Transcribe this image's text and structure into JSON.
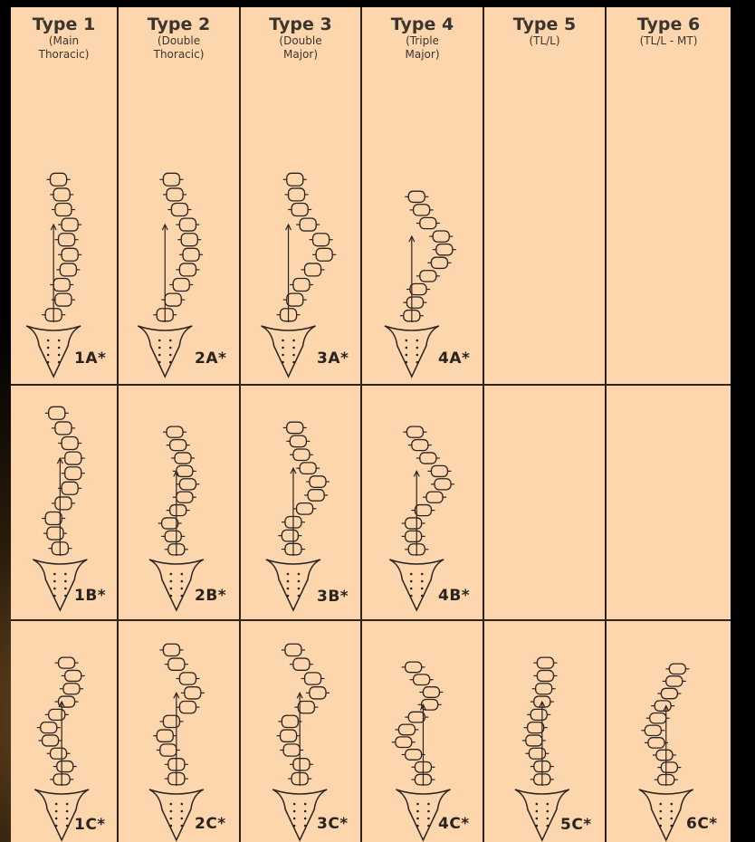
{
  "columns": [
    {
      "title": "Type 1",
      "subtitle": "(Main\nThoracic)"
    },
    {
      "title": "Type 2",
      "subtitle": "(Double\nThoracic)"
    },
    {
      "title": "Type 3",
      "subtitle": "(Double\nMajor)"
    },
    {
      "title": "Type 4",
      "subtitle": "(Triple\nMajor)"
    },
    {
      "title": "Type 5",
      "subtitle": "(TL/L)"
    },
    {
      "title": "Type 6",
      "subtitle": "(TL/L - MT)"
    }
  ],
  "rows": [
    {
      "labels": [
        "1A*",
        "2A*",
        "3A*",
        "4A*",
        "",
        ""
      ]
    },
    {
      "labels": [
        "1B*",
        "2B*",
        "3B*",
        "4B*",
        "",
        ""
      ]
    },
    {
      "labels": [
        "1C*",
        "2C*",
        "3C*",
        "4C*",
        "5C*",
        "6C*"
      ]
    }
  ],
  "colors": {
    "panel": "#fdd6ad",
    "ink": "#2a2420"
  }
}
